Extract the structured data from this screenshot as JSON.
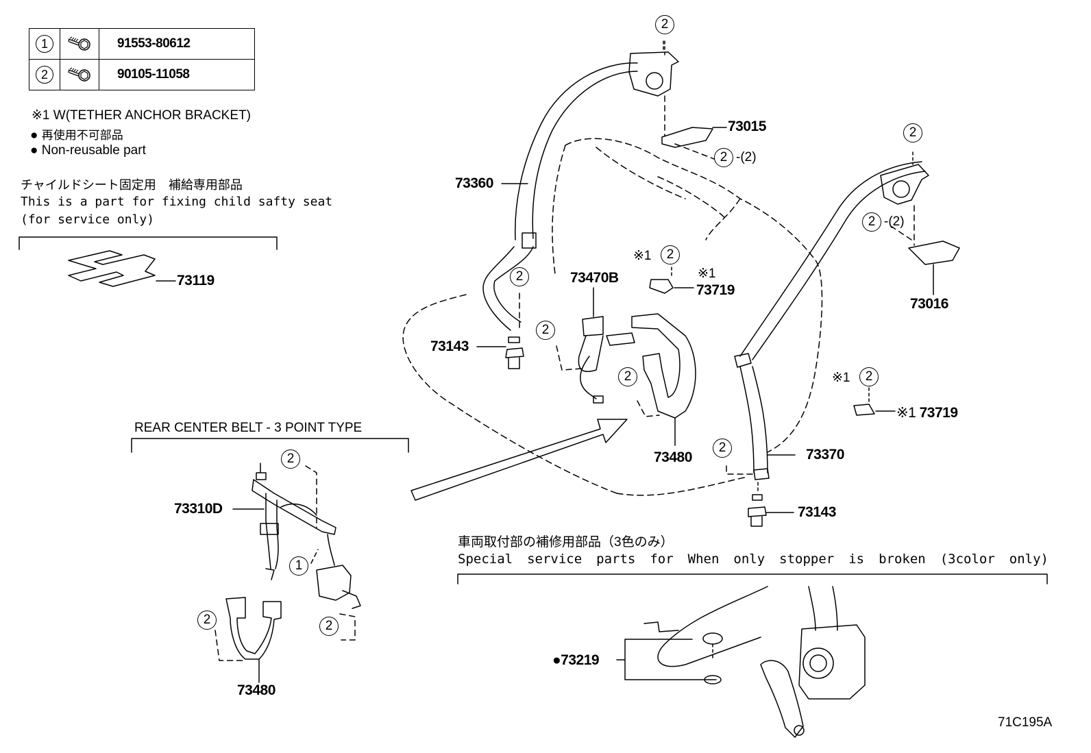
{
  "legend": [
    {
      "key": "1",
      "part": "91553-80612",
      "icon": "bolt-icon"
    },
    {
      "key": "2",
      "part": "90105-11058",
      "icon": "bolt-icon"
    }
  ],
  "notes": {
    "tether": "※1 W(TETHER ANCHOR BRACKET)",
    "nonreuse_jp": "再使用不可部品",
    "nonreuse_en": "Non-reusable part",
    "child_jp": "チャイルドシート固定用　補給専用部品",
    "child_en1": "This is a part for fixing child safty seat",
    "child_en2": "(for service only)"
  },
  "rear_center": {
    "title": "REAR CENTER BELT - 3 POINT TYPE"
  },
  "special": {
    "jp": "車両取付部の補修用部品（3色のみ）",
    "en": [
      "Special",
      "service",
      "parts",
      "for",
      "When",
      "only",
      "stopper",
      "is",
      "broken",
      "(3color",
      "only)"
    ]
  },
  "callouts": {
    "two": "2",
    "one": "1",
    "two_qty": "(2)",
    "mark1": "※1"
  },
  "parts": {
    "p73015": "73015",
    "p73360": "73360",
    "p73016": "73016",
    "p73119": "73119",
    "p73470b": "73470B",
    "p73719a": "73719",
    "p73719b": "73719",
    "p73143a": "73143",
    "p73143b": "73143",
    "p73480a": "73480",
    "p73480b": "73480",
    "p73370": "73370",
    "p73310d": "73310D",
    "p73219": "●73219",
    "mark_73719b": "※1"
  },
  "figure_id": "71C195A"
}
